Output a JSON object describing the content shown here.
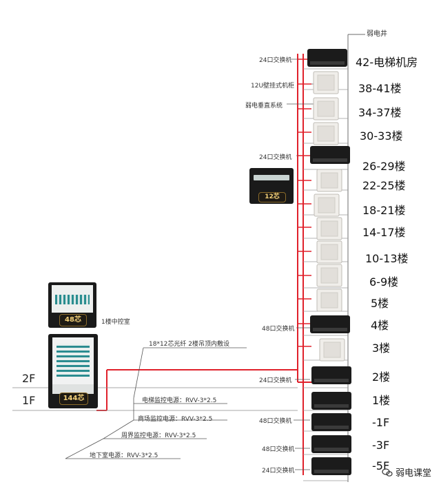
{
  "diagram": {
    "shaft_title": "弱电井",
    "floors": [
      "42-电梯机房",
      "38-41楼",
      "34-37楼",
      "30-33楼",
      "26-29楼",
      "22-25楼",
      "18-21楼",
      "14-17楼",
      "10-13楼",
      "6-9楼",
      "5楼",
      "4楼",
      "3楼",
      "2楼",
      "1楼",
      "-1F",
      "-3F",
      "-5F"
    ],
    "device_labels": {
      "switch24_top": "24口交换机",
      "wall_cabinet": "12U壁挂式机柜",
      "vertical_system": "弱电垂直系统",
      "switch24_mid": "24口交换机",
      "switch48_4f": "48口交换机",
      "switch24_2f": "24口交换机",
      "switch48_b1": "48口交换机",
      "switch48_b3": "48口交换机",
      "switch24_b5": "24口交换机"
    },
    "badges": {
      "core12": "12芯",
      "core48": "48芯",
      "core144": "144芯"
    },
    "control_room": "1楼中控室",
    "left_floors": {
      "f2": "2F",
      "f1": "1F"
    },
    "cables": {
      "fiber": "18*12芯光纤 2楼吊顶内敷设",
      "elevator_power": "电梯监控电源：RVV-3*2.5",
      "mall_power": "商场监控电源：RVV-3*2.5",
      "perimeter_power": "周界监控电源：RVV-3*2.5",
      "basement_power": "地下室电源：RVV-3*2.5"
    },
    "watermark": "弱电课堂",
    "colors": {
      "fiber_red": "#e0202a",
      "line_gray": "#6b6b6b"
    }
  }
}
